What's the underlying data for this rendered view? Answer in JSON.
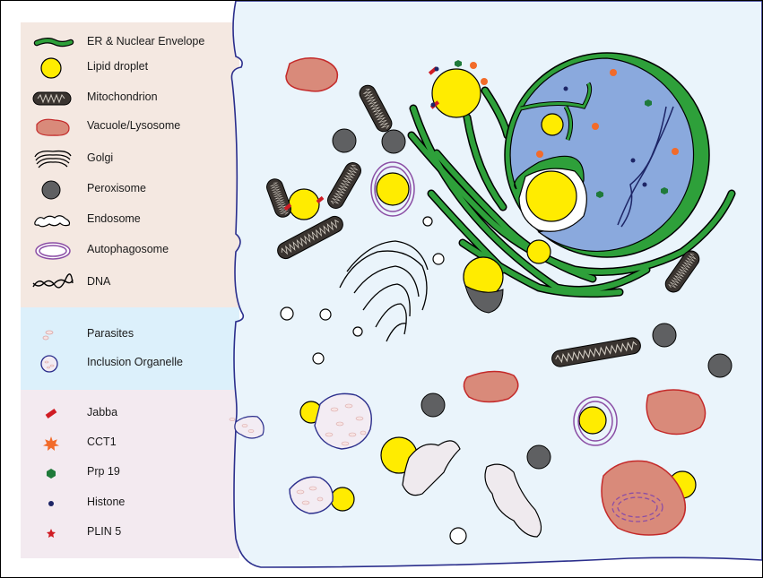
{
  "legend": {
    "organelles": [
      {
        "label": "ER & Nuclear Envelope",
        "icon": "er-envelope-icon"
      },
      {
        "label": "Lipid droplet",
        "icon": "lipid-droplet-icon"
      },
      {
        "label": "Mitochondrion",
        "icon": "mitochondrion-icon"
      },
      {
        "label": "Vacuole/Lysosome",
        "icon": "vacuole-lysosome-icon"
      },
      {
        "label": "Golgi",
        "icon": "golgi-icon"
      },
      {
        "label": "Peroxisome",
        "icon": "peroxisome-icon"
      },
      {
        "label": "Endosome",
        "icon": "endosome-icon"
      },
      {
        "label": "Autophagosome",
        "icon": "autophagosome-icon"
      },
      {
        "label": "DNA",
        "icon": "dna-icon"
      }
    ],
    "pathogens": [
      {
        "label": "Parasites",
        "icon": "parasites-icon"
      },
      {
        "label": "Inclusion Organelle",
        "icon": "inclusion-organelle-icon"
      }
    ],
    "proteins": [
      {
        "label": "Jabba",
        "icon": "jabba-icon"
      },
      {
        "label": "CCT1",
        "icon": "cct1-icon"
      },
      {
        "label": "Prp 19",
        "icon": "prp19-icon"
      },
      {
        "label": "Histone",
        "icon": "histone-icon"
      },
      {
        "label": "PLIN 5",
        "icon": "plin5-icon"
      }
    ]
  },
  "colors": {
    "section_organelles_bg": "#f4e8e1",
    "section_pathogens_bg": "#dcf0fb",
    "section_proteins_bg": "#f3eaf0",
    "cytoplasm": "#eaf4fb",
    "membrane": "#2b2e8c",
    "er_green": "#2ea03a",
    "nucleus_blue": "#8aa9dd",
    "lipid_yellow": "#ffec00",
    "vacuole_fill": "#d98a7a",
    "vacuole_edge": "#c42a2a",
    "peroxisome_gray": "#5f6062",
    "autophagosome_purple": "#8b4ea5",
    "mito_dark": "#3a3430",
    "jabba_red": "#d01c24",
    "cct1_orange": "#f26b2a",
    "prp19_green": "#1f7a3a",
    "histone_navy": "#1d2566"
  }
}
